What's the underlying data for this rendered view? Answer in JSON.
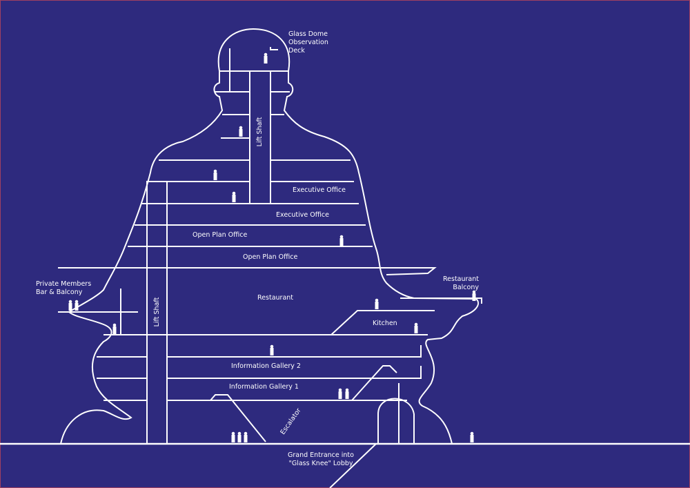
{
  "colors": {
    "background": "#2e2a7e",
    "lines": "#ffffff"
  },
  "labels": {
    "glass_dome": [
      "Glass Dome",
      "Observation",
      "Deck"
    ],
    "lift_shaft_upper": "Lift Shaft",
    "lift_shaft_lower": "Lift Shaft",
    "executive_office_1": "Executive Office",
    "executive_office_2": "Executive Office",
    "open_plan_office_1": "Open Plan Office",
    "open_plan_office_2": "Open Plan Office",
    "private_members": [
      "Private Members",
      "Bar & Balcony"
    ],
    "restaurant": "Restaurant",
    "restaurant_balcony": [
      "Restaurant",
      "Balcony"
    ],
    "kitchen": "Kitchen",
    "info_gallery_2": "Information Gallery 2",
    "info_gallery_1": "Information Gallery 1",
    "escalator": "Escalator",
    "grand_entrance": [
      "Grand Entrance into",
      "\"Glass Knee\" Lobby"
    ]
  }
}
